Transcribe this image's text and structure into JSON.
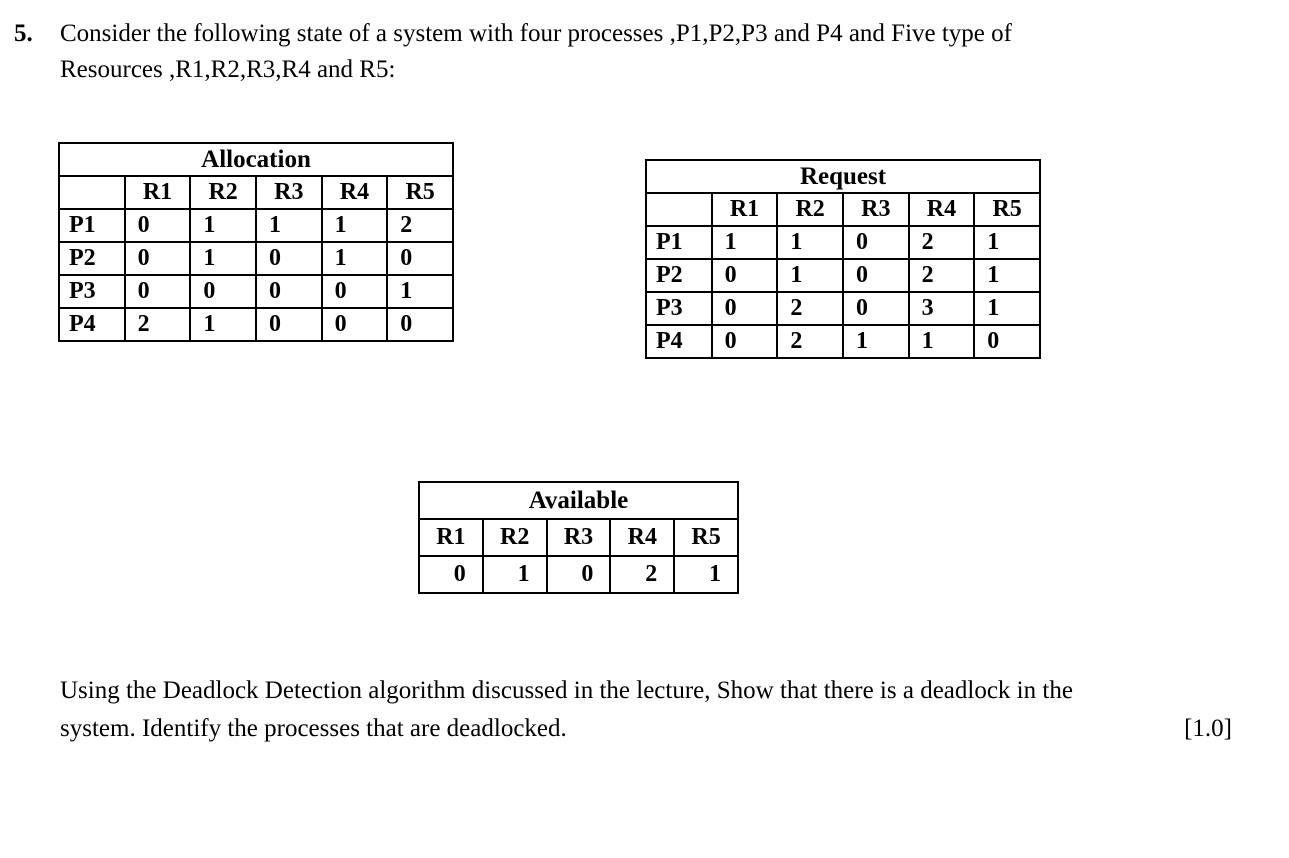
{
  "question": {
    "number": "5.",
    "line1": "Consider the following state of a system with four processes ,P1,P2,P3 and P4 and Five type of",
    "line2": "Resources ,R1,R2,R3,R4 and R5:"
  },
  "tables": {
    "allocation": {
      "title": "Allocation",
      "columns": [
        "R1",
        "R2",
        "R3",
        "R4",
        "R5"
      ],
      "rows": [
        {
          "label": "P1",
          "values": [
            "0",
            "1",
            "1",
            "1",
            "2"
          ]
        },
        {
          "label": "P2",
          "values": [
            "0",
            "1",
            "0",
            "1",
            "0"
          ]
        },
        {
          "label": "P3",
          "values": [
            "0",
            "0",
            "0",
            "0",
            "1"
          ]
        },
        {
          "label": "P4",
          "values": [
            "2",
            "1",
            "0",
            "0",
            "0"
          ]
        }
      ]
    },
    "request": {
      "title": "Request",
      "columns": [
        "R1",
        "R2",
        "R3",
        "R4",
        "R5"
      ],
      "rows": [
        {
          "label": "P1",
          "values": [
            "1",
            "1",
            "0",
            "2",
            "1"
          ]
        },
        {
          "label": "P2",
          "values": [
            "0",
            "1",
            "0",
            "2",
            "1"
          ]
        },
        {
          "label": "P3",
          "values": [
            "0",
            "2",
            "0",
            "3",
            "1"
          ]
        },
        {
          "label": "P4",
          "values": [
            "0",
            "2",
            "1",
            "1",
            "0"
          ]
        }
      ]
    },
    "available": {
      "title": "Available",
      "columns": [
        "R1",
        "R2",
        "R3",
        "R4",
        "R5"
      ],
      "values": [
        "0",
        "1",
        "0",
        "2",
        "1"
      ]
    }
  },
  "footer": {
    "line1": "Using the Deadlock Detection algorithm discussed in the lecture, Show that there is a deadlock in the",
    "line2": "system. Identify the processes that are deadlocked.",
    "marks": "[1.0]"
  }
}
